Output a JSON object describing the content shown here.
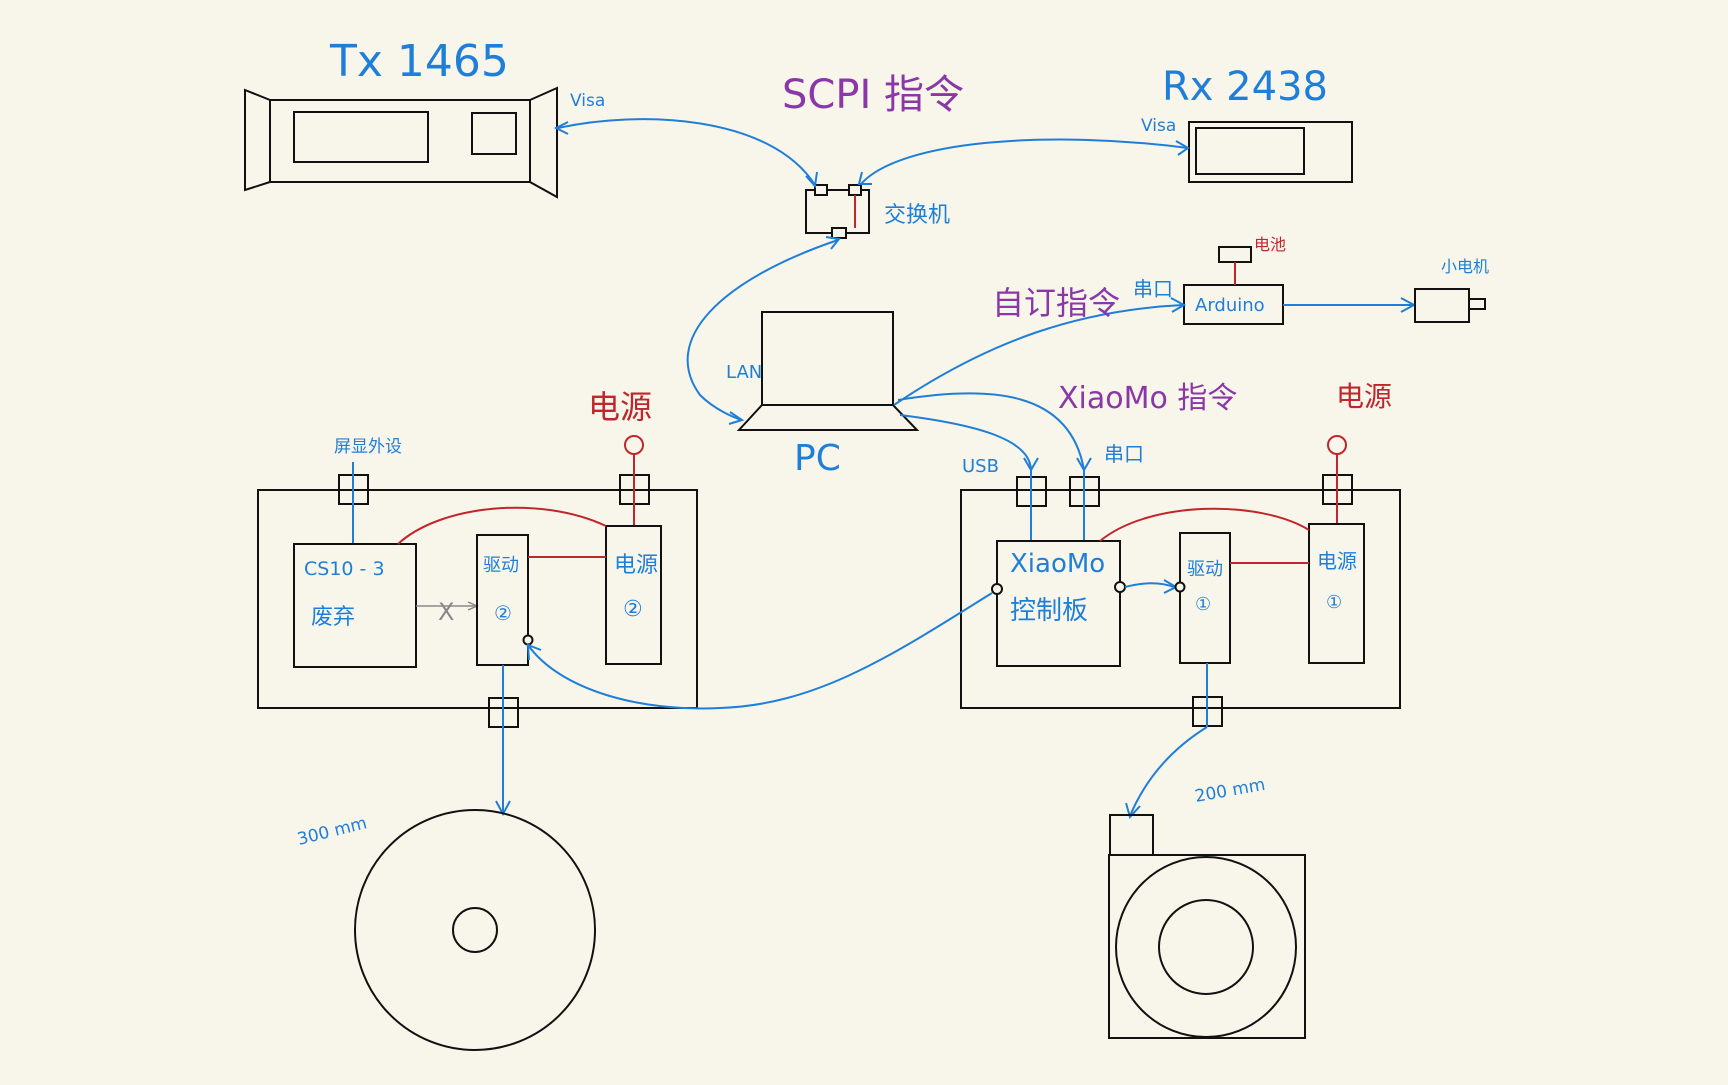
{
  "colors": {
    "background": "#f8f6ea",
    "line": "#111111",
    "signal_blue": "#1f7fd8",
    "power_red": "#c0262b",
    "command_purple": "#8a38a8"
  },
  "labels": {
    "tx": "Tx 1465",
    "rx": "Rx 2438",
    "scpi": "SCPI 指令",
    "visa_tx": "Visa",
    "visa_rx": "Visa",
    "switch": "交换机",
    "lan": "LAN",
    "pc": "PC",
    "custom_cmd": "自订指令",
    "serial_arduino": "串口",
    "arduino": "Arduino",
    "battery": "电池",
    "small_motor": "小电机",
    "xiaomo_cmd": "XiaoMo 指令",
    "usb": "USB",
    "serial_xiaomo": "串口",
    "power_left": "电源",
    "power_right": "电源",
    "screen_peripheral": "屏显外设",
    "cs_model": "CS10 - 3",
    "deprecated": "废弃",
    "driver_left": "驱动",
    "driver_left_num": "②",
    "psu_left": "电源",
    "psu_left_num": "②",
    "xiaomo_board_1": "XiaoMo",
    "xiaomo_board_2": "控制板",
    "driver_right": "驱动",
    "driver_right_num": "①",
    "psu_right": "电源",
    "psu_right_num": "①",
    "size_left": "300 mm",
    "size_right": "200 mm",
    "cross": "X"
  }
}
